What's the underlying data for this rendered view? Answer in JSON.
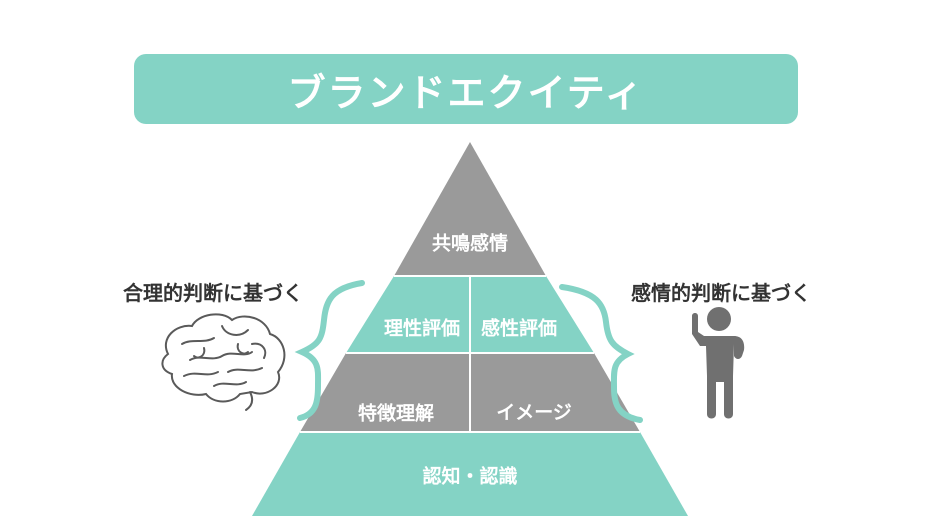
{
  "title": "ブランドエクイティ",
  "left_label": "合理的判断に基づく",
  "right_label": "感情的判断に基づく",
  "pyramid": {
    "top": "共鳴感情",
    "row2_left": "理性評価",
    "row2_right": "感性評価",
    "row3_left": "特徴理解",
    "row3_right": "イメージ",
    "bottom": "認知・認識"
  },
  "icons": {
    "left": "brain-icon",
    "right": "person-idea-icon"
  },
  "colors": {
    "teal": "#84d3c5",
    "gray": "#9a9a9a",
    "dark_gray": "#707070"
  }
}
